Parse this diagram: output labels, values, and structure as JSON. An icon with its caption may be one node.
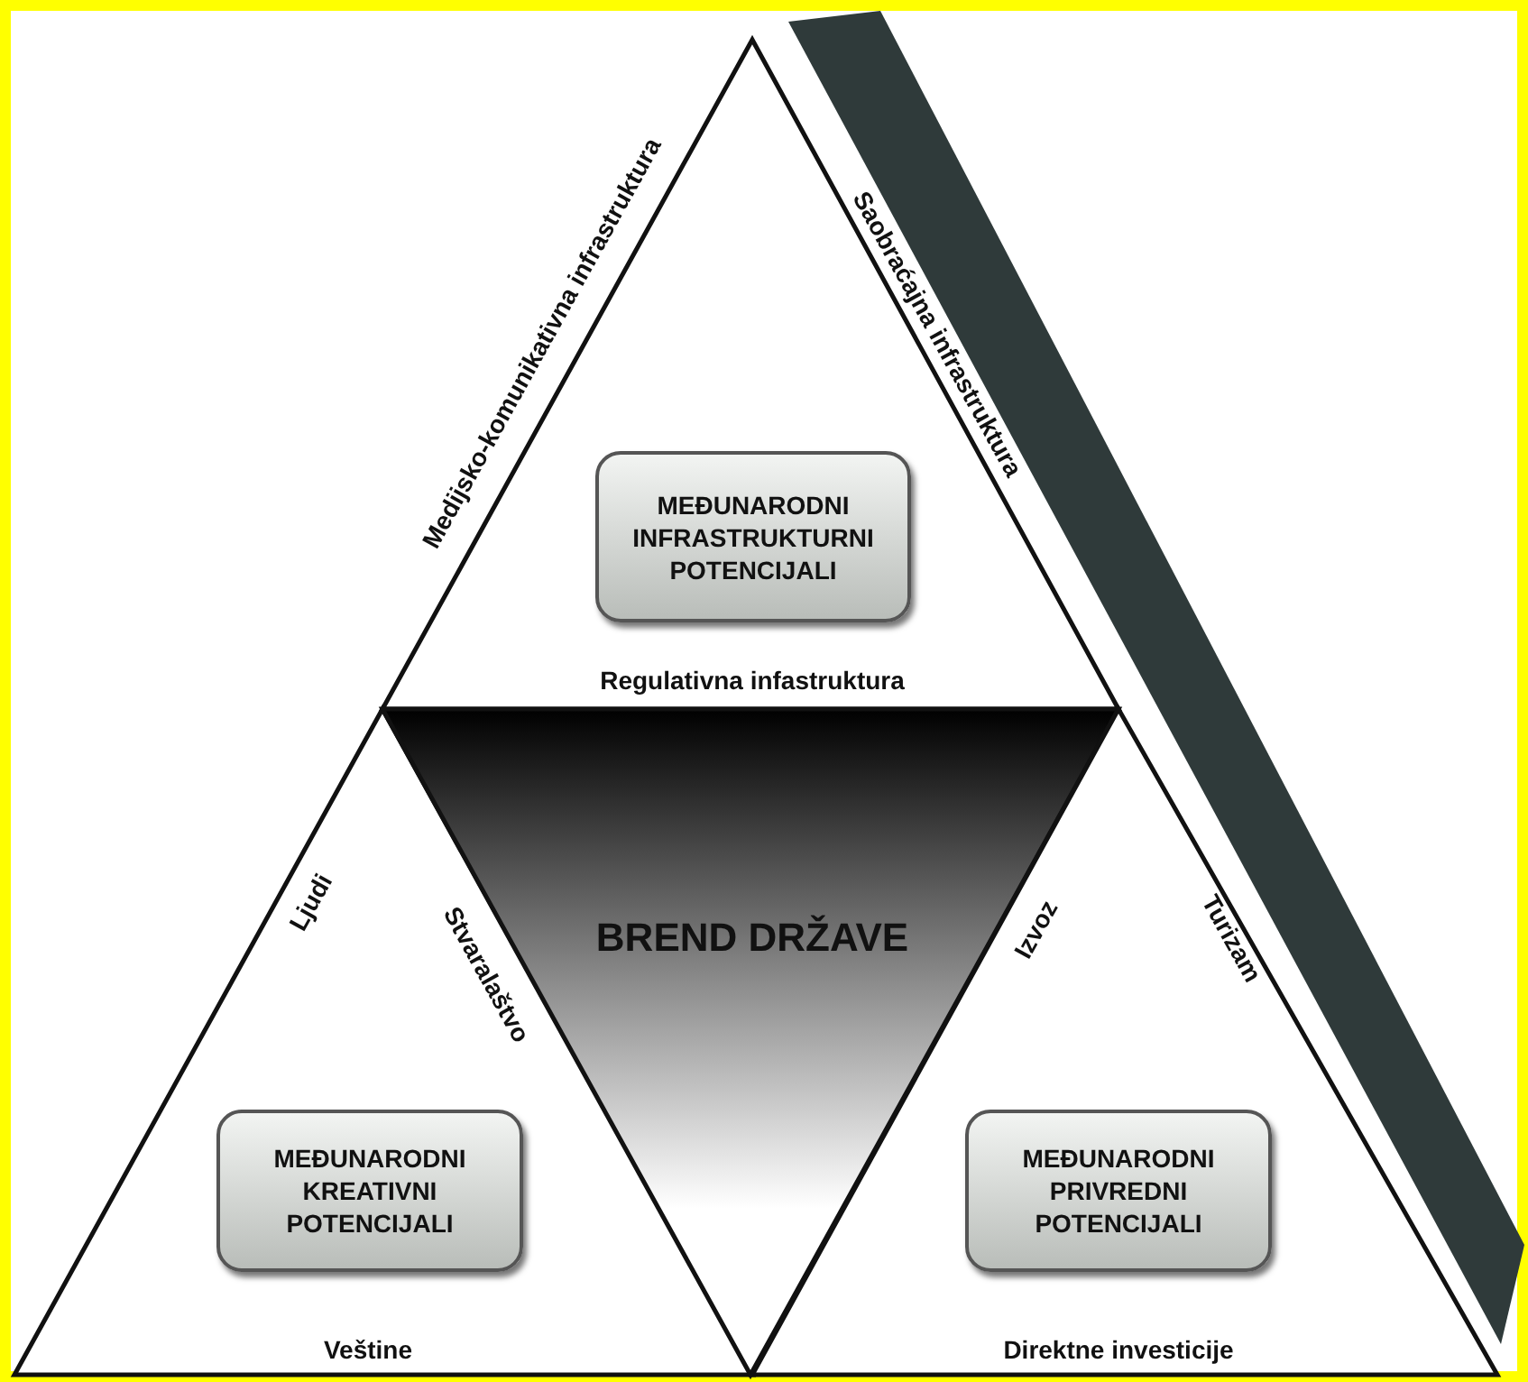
{
  "diagram": {
    "nodes": [
      {
        "text": [
          "Medijsko-komunikativna infrastruktura",
          "Saobraćajna infrastruktura",
          "Regulativna infastruktura"
        ]
      },
      {
        "text": [
          "MEĐUNARODNI INFRASTRUKTURNI POTENCIJALI"
        ],
        "in": 0
      },
      {
        "text": [
          "Ljudi",
          "Stvaralaštvo",
          "Veštine"
        ]
      },
      {
        "text": [
          "MEĐUNARODNI KREATIVNI POTENCIJALI"
        ],
        "in": 2
      },
      {
        "text": [
          "BREND DRŽAVE"
        ]
      },
      {
        "text": [
          "Izvoz",
          "Turizam",
          "Direktne investicije"
        ]
      },
      {
        "text": [
          "MEĐUNARODNI PRIVREDNI POTENCIJALI"
        ],
        "in": 5
      }
    ],
    "edges": []
  }
}
